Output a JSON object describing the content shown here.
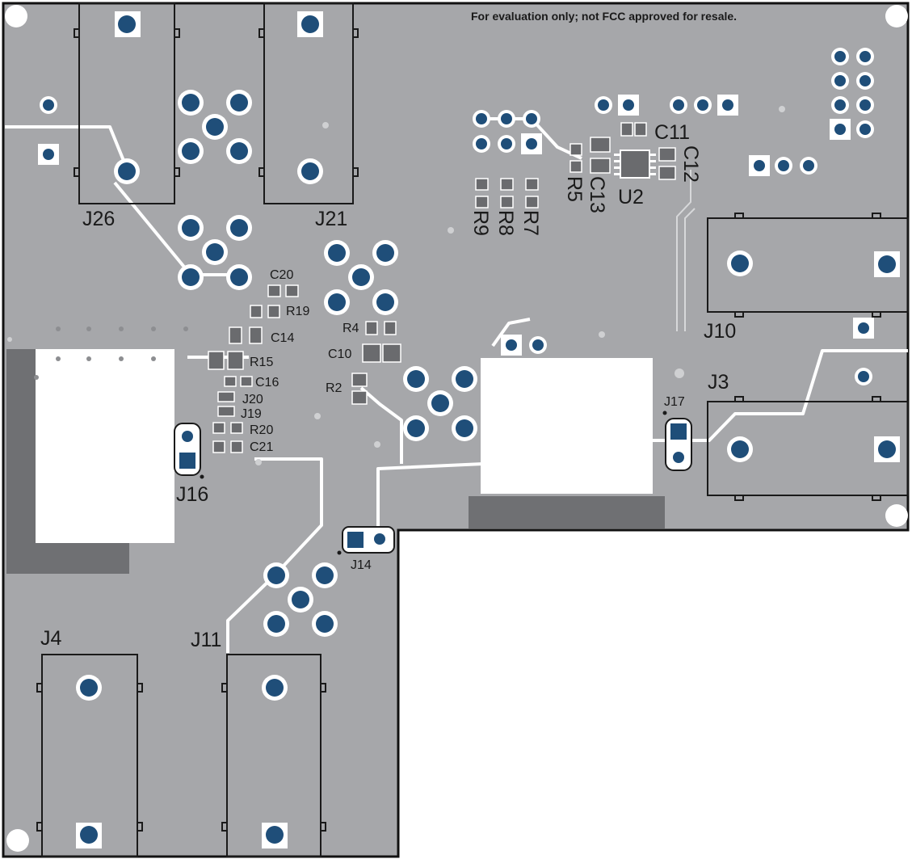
{
  "board": {
    "notice": "For evaluation only; not FCC approved for resale.",
    "colors": {
      "copper_pour": "#a6a7aa",
      "pad": "#1f4e79",
      "silkscreen": "#1a1a1a",
      "trace": "#ffffff",
      "dark_zone": "#6f7073"
    }
  },
  "connectors": {
    "J26": "J26",
    "J21": "J21",
    "J10": "J10",
    "J3": "J3",
    "J4": "J4",
    "J11": "J11",
    "J16": "J16",
    "J17": "J17",
    "J14": "J14",
    "J20": "J20",
    "J19": "J19"
  },
  "components": {
    "C20": "C20",
    "R19": "R19",
    "C14": "C14",
    "R15": "R15",
    "C16": "C16",
    "R20": "R20",
    "C21": "C21",
    "R4": "R4",
    "C10": "C10",
    "R2": "R2",
    "C11": "C11",
    "C12": "C12",
    "C13": "C13",
    "U2": "U2",
    "R5": "R5",
    "R7": "R7",
    "R8": "R8",
    "R9": "R9"
  }
}
